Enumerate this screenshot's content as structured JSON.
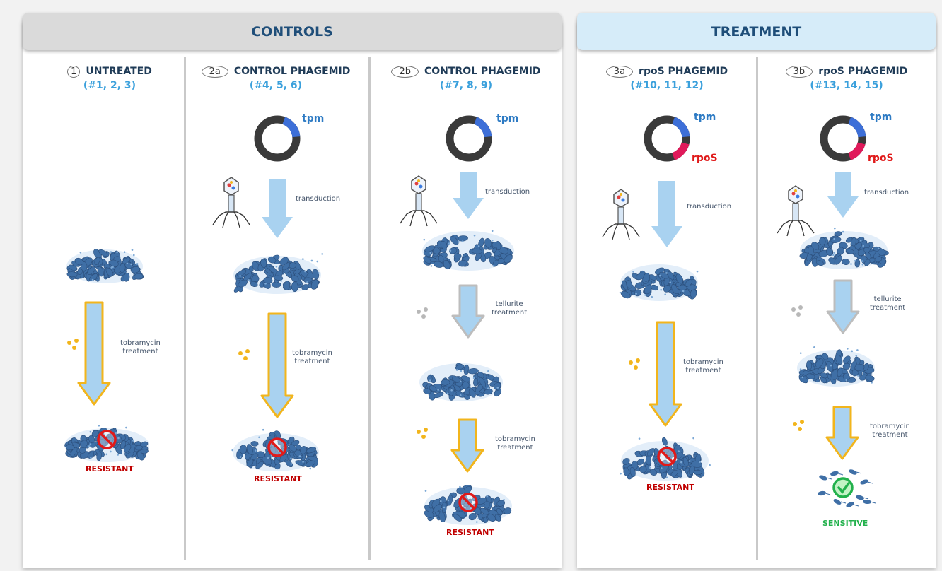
{
  "headers": {
    "controls": "CONTROLS",
    "treatment": "TREATMENT"
  },
  "columns": [
    {
      "id": "1",
      "badge": "1",
      "title": "UNTREATED",
      "samples": "(#1, 2, 3)",
      "result": "RESISTANT"
    },
    {
      "id": "2a",
      "badge": "2a",
      "title": "CONTROL PHAGEMID",
      "samples": "(#4, 5, 6)",
      "result": "RESISTANT"
    },
    {
      "id": "2b",
      "badge": "2b",
      "title": "CONTROL PHAGEMID",
      "samples": "(#7, 8, 9)",
      "result": "RESISTANT"
    },
    {
      "id": "3a",
      "badge": "3a",
      "title": "rpoS PHAGEMID",
      "samples": "(#10, 11, 12)",
      "result": "RESISTANT"
    },
    {
      "id": "3b",
      "badge": "3b",
      "title": "rpoS PHAGEMID",
      "samples": "(#13, 14, 15)",
      "result": "SENSITIVE"
    }
  ],
  "labels": {
    "tpm": "tpm",
    "rpos": "rpoS",
    "transduction": "transduction",
    "tellurite": [
      "tellurite",
      "treatment"
    ],
    "tobramycin": [
      "tobramycin",
      "treatment"
    ]
  },
  "colors": {
    "header_controls": "#dadada",
    "header_treatment": "#d6ecf9",
    "arrow_fill": "#a9d2f0",
    "arrow_tobramycin_outline": "#f2b51c",
    "arrow_tellurite_outline": "#bdbdbd",
    "plasmid": "#3a3a3a",
    "plasmid_tpm": "#3d6fd8",
    "plasmid_rpos": "#e0195a",
    "bacteria": "#3f6fa6",
    "resistant": "#c00000",
    "sensitive": "#22b14c",
    "samples": "#3aa0dc"
  }
}
